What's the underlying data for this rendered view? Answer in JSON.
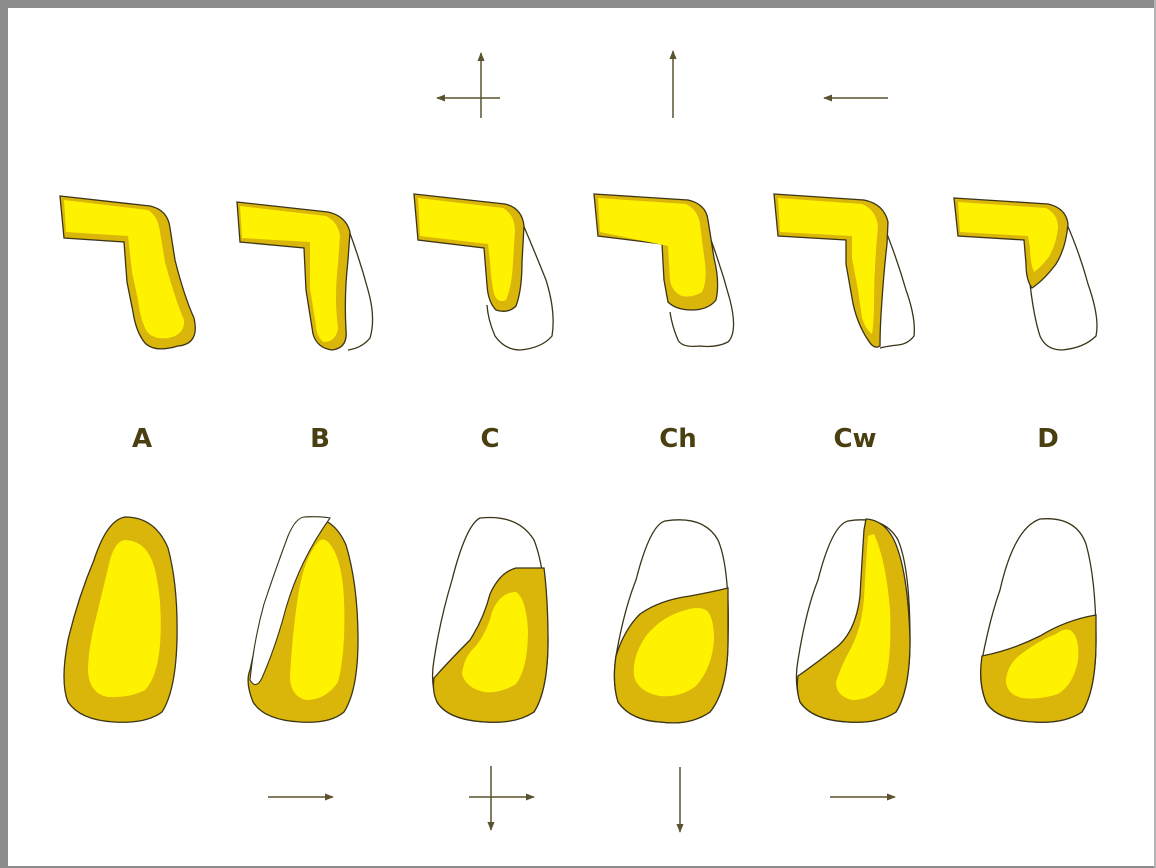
{
  "labels": [
    "A",
    "B",
    "C",
    "Ch",
    "Cw",
    "D"
  ],
  "colors": {
    "frame": "#8c8c8c",
    "label_text": "#4a3f10",
    "outline": "#3b3418",
    "arrow": "#5b5230",
    "fill_outer": "#dab60a",
    "fill_inner": "#fff200"
  },
  "arrows": {
    "top": [
      "cross-arrow-left-up",
      "arrow-up",
      "arrow-left"
    ],
    "bottom": [
      "arrow-right",
      "cross-arrow-right-down",
      "arrow-down",
      "arrow-right"
    ]
  }
}
